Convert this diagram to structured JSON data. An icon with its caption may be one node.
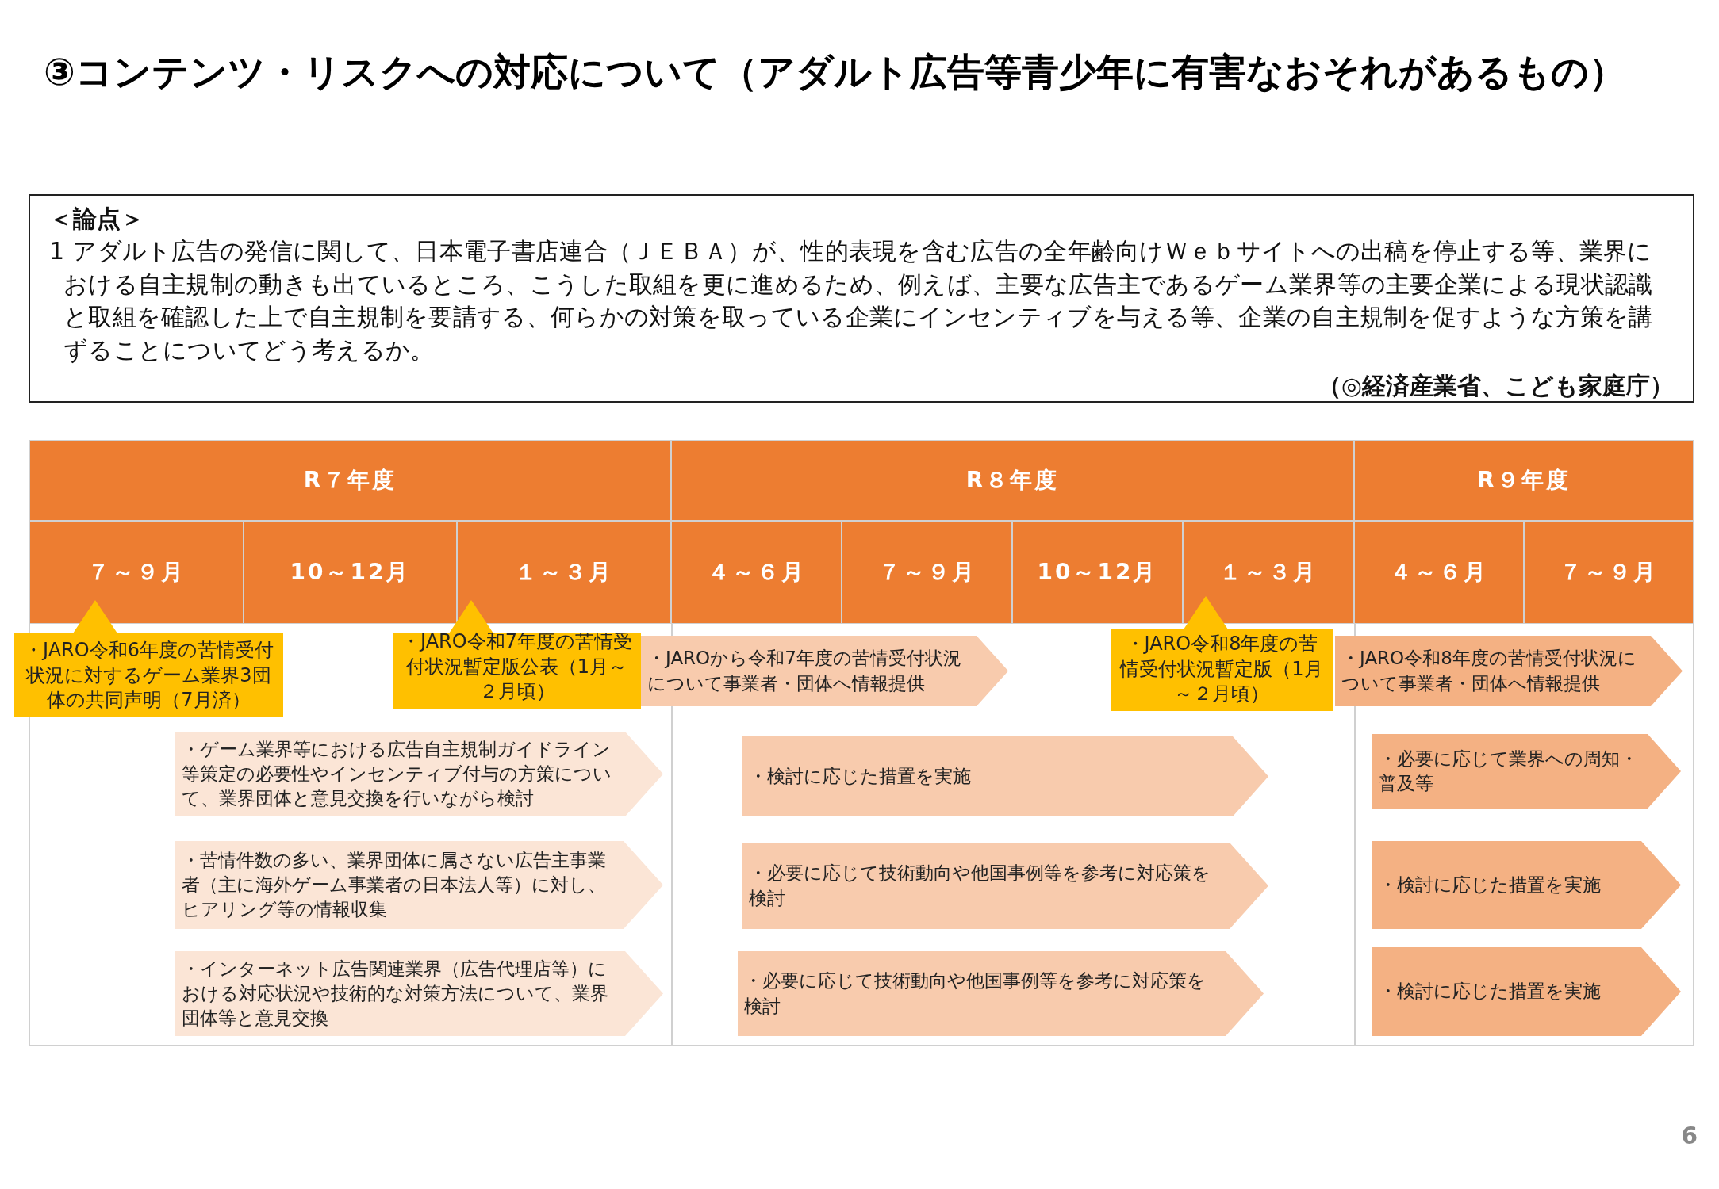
{
  "diagram": {
    "title": "③コンテンツ・リスクへの対応について（アダルト広告等青少年に有害なおそれがあるもの）",
    "nodes": [
      {
        "text": [
          "＜論点＞",
          "1 アダルト広告の発信に関して、日本電子書店連合（ＪＥＢＡ）が、性的表現を含む広告の全年齢向けＷｅｂサイトへの出稿を停止する等、業界における自主規制の動きも出ているところ、こうした取組を更に進めるため、例えば、主要な広告主であるゲーム業界等の主要企業による現状認識と取組を確認した上で自主規制を要請する、何らかの対策を取っている企業にインセンティブを与える等、企業の自主規制を促すような方策を講ずることについてどう考えるか。",
          "（◎経済産業省、こども家庭庁）"
        ]
      },
      {
        "text": [
          "・JARO令和6年度の苦情受付状況に対するゲーム業界3団体の共同声明（7月済）"
        ]
      },
      {
        "text": [
          "・JARO令和7年度の苦情受付状況暫定版公表（1月～２月頃）"
        ]
      },
      {
        "text": [
          "・JAROから令和7年度の苦情受付状況について事業者・団体へ情報提供"
        ]
      },
      {
        "text": [
          "・JARO令和8年度の苦情受付状況暫定版（1月～２月頃）"
        ]
      },
      {
        "text": [
          "・JARO令和8年度の苦情受付状況について事業者・団体へ情報提供"
        ]
      },
      {
        "text": [
          "・ゲーム業界等における広告自主規制ガイドライン等策定の必要性やインセンティブ付与の方策について、業界団体と意見交換を行いながら検討"
        ]
      },
      {
        "text": [
          "・検討に応じた措置を実施"
        ]
      },
      {
        "text": [
          "・必要に応じて業界への周知・普及等"
        ]
      },
      {
        "text": [
          "・苦情件数の多い、業界団体に属さない広告主事業者（主に海外ゲーム事業者の日本法人等）に対し、ヒアリング等の情報収集"
        ]
      },
      {
        "text": [
          "・必要に応じて技術動向や他国事例等を参考に対応策を検討"
        ]
      },
      {
        "text": [
          "・検討に応じた措置を実施"
        ]
      },
      {
        "text": [
          "・インターネット広告関連業界（広告代理店等）における対応状況や技術的な対策方法について、業界団体等と意見交換"
        ]
      },
      {
        "text": [
          "・必要に応じて技術動向や他国事例等を参考に対応策を検討"
        ]
      },
      {
        "text": [
          "・検討に応じた措置を実施"
        ]
      }
    ],
    "labels": [
      "R７年度",
      "R８年度",
      "R９年度",
      "７～９月",
      "10～12月",
      "１～３月",
      "４～６月",
      "７～９月",
      "10～12月",
      "１～３月",
      "４～６月",
      "７～９月",
      "6"
    ]
  }
}
